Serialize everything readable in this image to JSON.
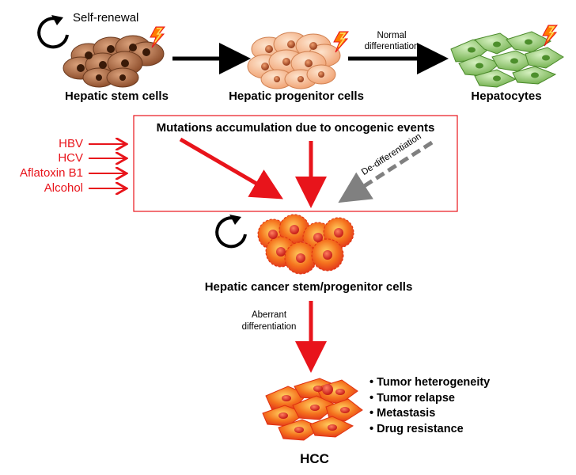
{
  "stages": {
    "stem": {
      "label": "Hepatic stem cells"
    },
    "progenitor": {
      "label": "Hepatic progenitor cells"
    },
    "hepatocytes": {
      "label": "Hepatocytes"
    }
  },
  "self_renewal": "Self-renewal",
  "normal_diff": {
    "line1": "Normal",
    "line2": "differentiation"
  },
  "box": {
    "title": "Mutations accumulation due to oncogenic events"
  },
  "risk_factors": [
    "HBV",
    "HCV",
    "Aflatoxin B1",
    "Alcohol"
  ],
  "de_differentiation": "De-differentiation",
  "cancer_stem": {
    "label": "Hepatic cancer stem/progenitor cells"
  },
  "aberrant_diff": {
    "line1": "Aberrant",
    "line2": "differentiation"
  },
  "hcc": {
    "label": "HCC",
    "bullets": [
      "Tumor heterogeneity",
      "Tumor relapse",
      "Metastasis",
      "Drug resistance"
    ]
  },
  "colors": {
    "accent_red": "#e8141b",
    "stem_cell": "#a0603a",
    "progenitor_cell": "#f4b183",
    "hepatocyte": "#8fc96b",
    "cancer_cell": "#f05a1e",
    "dashed_arrow": "#808080"
  },
  "icons": [
    "self-renewal-cycle-icon",
    "lightning-bolt-icon"
  ]
}
